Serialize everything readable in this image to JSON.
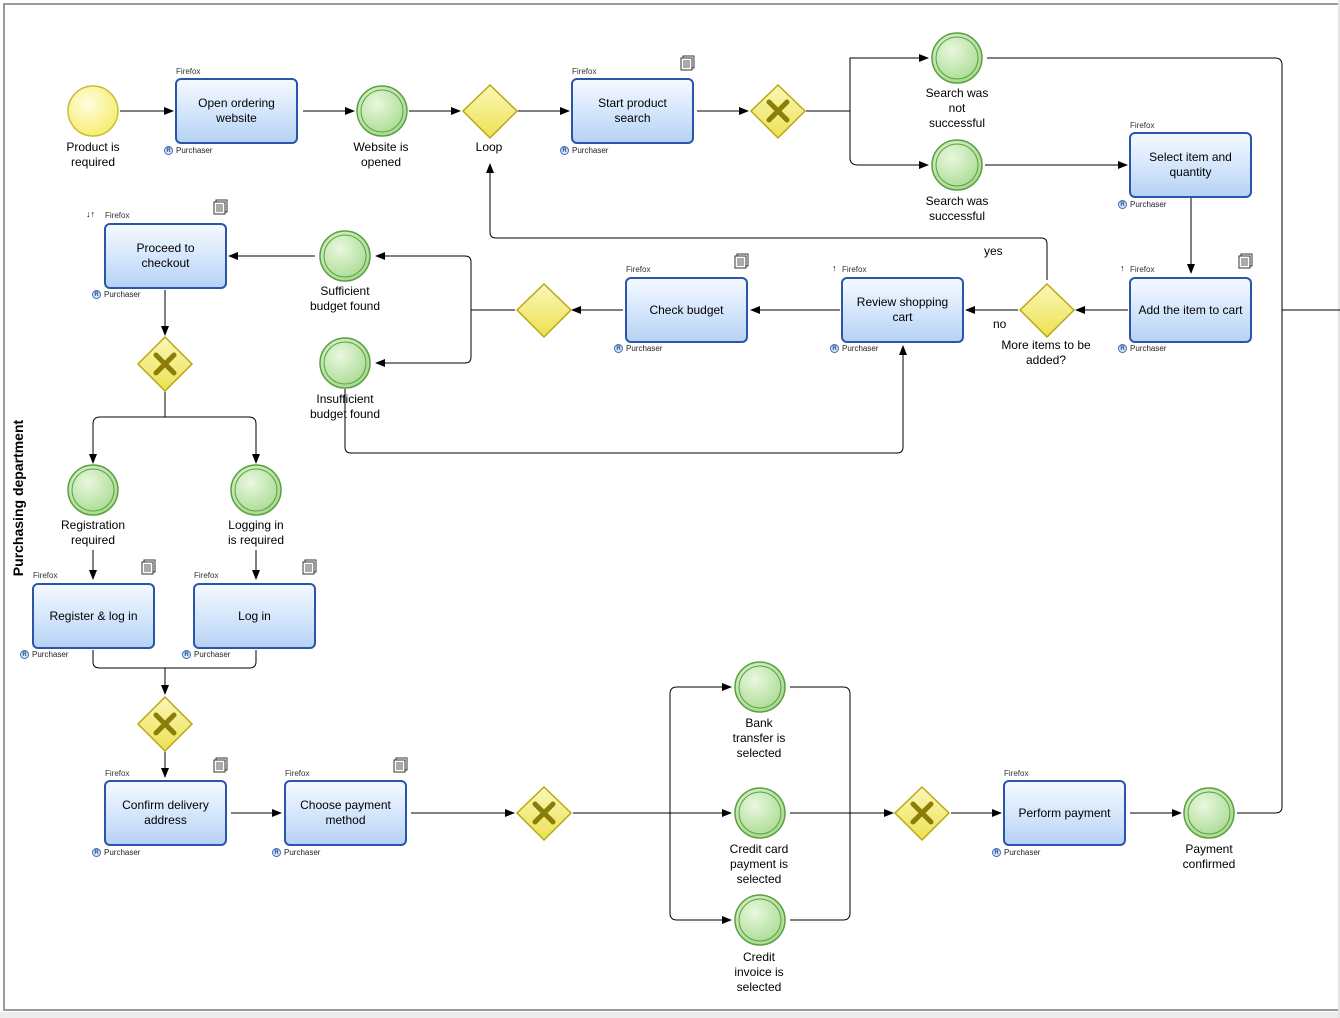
{
  "diagram": {
    "lane_title": "Purchasing department",
    "role_badge": "R",
    "events": {
      "start": "Product is\nrequired",
      "website_opened": "Website is\nopened",
      "search_not_successful": "Search was\nnot\nsuccessful",
      "search_successful": "Search was\nsuccessful",
      "sufficient_budget": "Sufficient\nbudget found",
      "insufficient_budget": "Insufficient\nbudget found",
      "registration_required": "Registration\nrequired",
      "login_required": "Logging in\nis required",
      "bank_transfer": "Bank\ntransfer is\nselected",
      "credit_card": "Credit card\npayment is\nselected",
      "credit_invoice": "Credit\ninvoice is\nselected",
      "payment_confirmed": "Payment\nconfirmed"
    },
    "tasks": {
      "open_website": {
        "label": "Open ordering website",
        "system": "Firefox",
        "role": "Purchaser"
      },
      "start_search": {
        "label": "Start product search",
        "system": "Firefox",
        "role": "Purchaser"
      },
      "select_item": {
        "label": "Select item and quantity",
        "system": "Firefox",
        "role": "Purchaser"
      },
      "add_to_cart": {
        "label": "Add the item to cart",
        "system": "Firefox",
        "role": "Purchaser"
      },
      "review_cart": {
        "label": "Review shopping cart",
        "system": "Firefox",
        "role": "Purchaser"
      },
      "check_budget": {
        "label": "Check budget",
        "system": "Firefox",
        "role": "Purchaser"
      },
      "proceed_checkout": {
        "label": "Proceed to checkout",
        "system": "Firefox",
        "role": "Purchaser"
      },
      "register_login": {
        "label": "Register & log in",
        "system": "Firefox",
        "role": "Purchaser"
      },
      "log_in": {
        "label": "Log in",
        "system": "Firefox",
        "role": "Purchaser"
      },
      "confirm_address": {
        "label": "Confirm delivery address",
        "system": "Firefox",
        "role": "Purchaser"
      },
      "choose_payment": {
        "label": "Choose payment method",
        "system": "Firefox",
        "role": "Purchaser"
      },
      "perform_payment": {
        "label": "Perform payment",
        "system": "Firefox",
        "role": "Purchaser"
      }
    },
    "gateways": {
      "loop": "Loop",
      "more_items": "More items to be\nadded?"
    },
    "flow_labels": {
      "yes": "yes",
      "no": "no"
    },
    "colors": {
      "task_border": "#2a55a8",
      "task_fill": "#cfe2fa",
      "event_fill": "#b5e3a0",
      "event_border": "#5aa040",
      "gateway_fill": "#f7f08a",
      "gateway_border": "#b9a812",
      "start_fill": "#fbf58f"
    }
  }
}
